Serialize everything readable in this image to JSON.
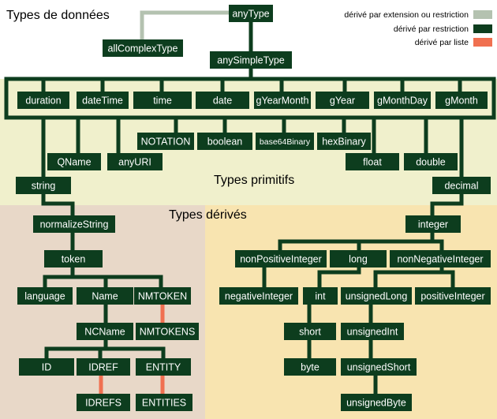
{
  "titles": {
    "main": "Types de données",
    "primitive": "Types primitifs",
    "derived": "Types dérivés"
  },
  "legend": [
    {
      "label": "dérivé par extension ou restriction",
      "color": "#b4c2b0"
    },
    {
      "label": "dérivé par restriction",
      "color": "#0d3d1e"
    },
    {
      "label": "dérivé par liste",
      "color": "#f07050"
    }
  ],
  "colors": {
    "node": "#0d3d1e",
    "node_text": "#ffffff",
    "restriction": "#0d3d1e",
    "extension": "#b4c2b0",
    "list": "#f07050",
    "primitive_bg": "#f0f0cc",
    "derived_string_bg": "#e8d8c8",
    "derived_decimal_bg": "#f8e4b0"
  },
  "nodes": {
    "anyType": "anyType",
    "allComplexType": "allComplexType",
    "anySimpleType": "anySimpleType",
    "duration": "duration",
    "dateTime": "dateTime",
    "time": "time",
    "date": "date",
    "gYearMonth": "gYearMonth",
    "gYear": "gYear",
    "gMonthDay": "gMonthDay",
    "gMonth": "gMonth",
    "QName": "QName",
    "anyURI": "anyURI",
    "NOTATION": "NOTATION",
    "boolean": "boolean",
    "base64Binary": "base64Binary",
    "hexBinary": "hexBinary",
    "float": "float",
    "double": "double",
    "string": "string",
    "decimal": "decimal",
    "normalizeString": "normalizeString",
    "token": "token",
    "language": "language",
    "Name": "Name",
    "NMTOKEN": "NMTOKEN",
    "NCName": "NCName",
    "NMTOKENS": "NMTOKENS",
    "ID": "ID",
    "IDREF": "IDREF",
    "ENTITY": "ENTITY",
    "IDREFS": "IDREFS",
    "ENTITIES": "ENTITIES",
    "integer": "integer",
    "nonPositiveInteger": "nonPositiveInteger",
    "long": "long",
    "nonNegativeInteger": "nonNegativeInteger",
    "negativeInteger": "negativeInteger",
    "int": "int",
    "unsignedLong": "unsignedLong",
    "positiveInteger": "positiveInteger",
    "short": "short",
    "unsignedInt": "unsignedInt",
    "byte": "byte",
    "unsignedShort": "unsignedShort",
    "unsignedByte": "unsignedByte"
  }
}
